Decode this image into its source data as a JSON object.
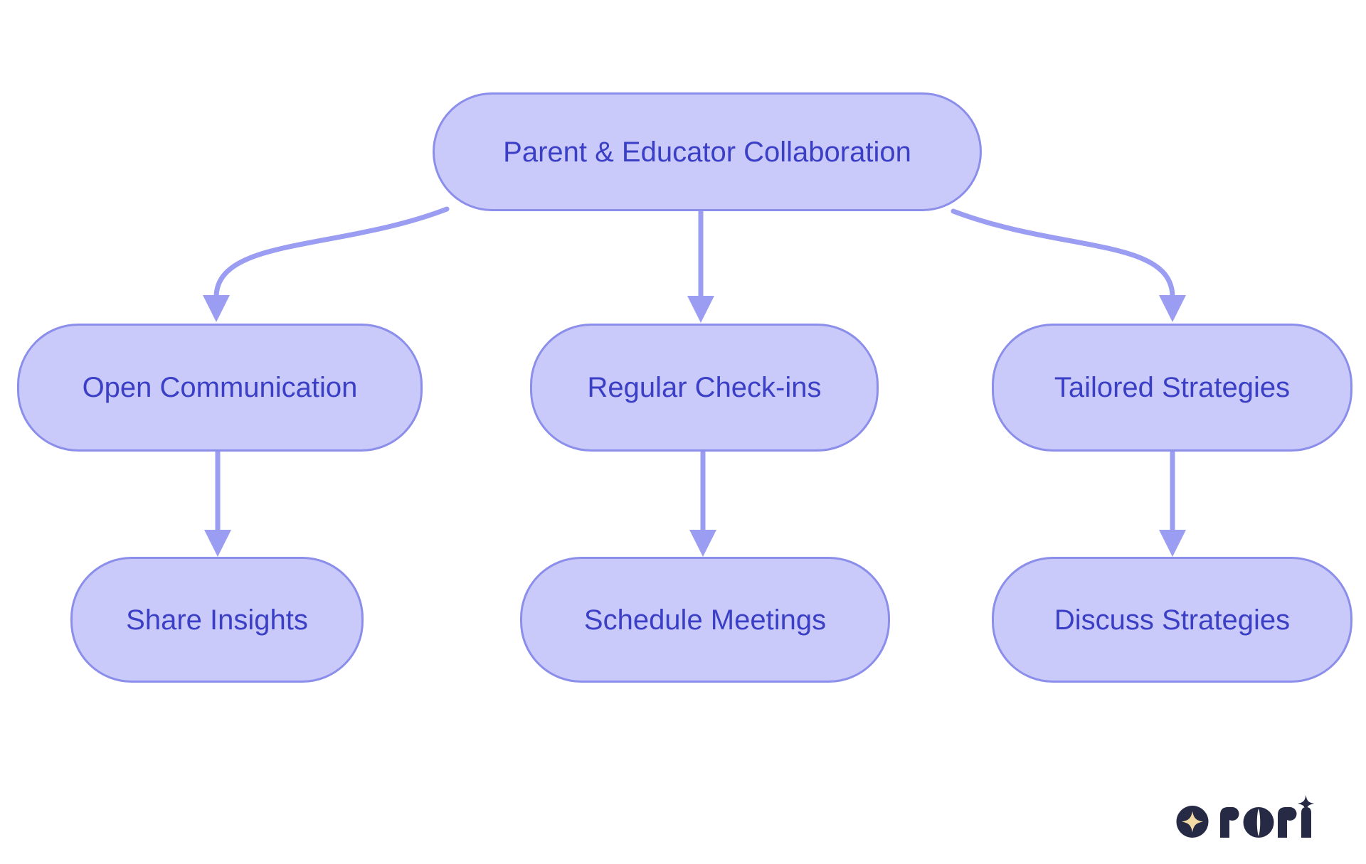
{
  "diagram": {
    "type": "flowchart",
    "direction": "top-down",
    "nodes": {
      "root": {
        "label": "Parent & Educator Collaboration",
        "level": 0
      },
      "open_communication": {
        "label": "Open Communication",
        "level": 1
      },
      "regular_checkins": {
        "label": "Regular Check-ins",
        "level": 1
      },
      "tailored_strategies": {
        "label": "Tailored Strategies",
        "level": 1
      },
      "share_insights": {
        "label": "Share Insights",
        "level": 2
      },
      "schedule_meetings": {
        "label": "Schedule Meetings",
        "level": 2
      },
      "discuss_strategies": {
        "label": "Discuss Strategies",
        "level": 2
      }
    },
    "edges": [
      {
        "from": "root",
        "to": "open_communication"
      },
      {
        "from": "root",
        "to": "regular_checkins"
      },
      {
        "from": "root",
        "to": "tailored_strategies"
      },
      {
        "from": "open_communication",
        "to": "share_insights"
      },
      {
        "from": "regular_checkins",
        "to": "schedule_meetings"
      },
      {
        "from": "tailored_strategies",
        "to": "discuss_strategies"
      }
    ]
  },
  "colors": {
    "node_fill": "#c9caf9",
    "node_border": "#8b8eea",
    "node_text": "#3a3fc6",
    "arrow": "#9a9df2",
    "canvas_bg": "#ffffff",
    "logo_navy": "#262a44",
    "logo_gold": "#f3d9a4"
  },
  "logo": {
    "brand": "rori"
  }
}
